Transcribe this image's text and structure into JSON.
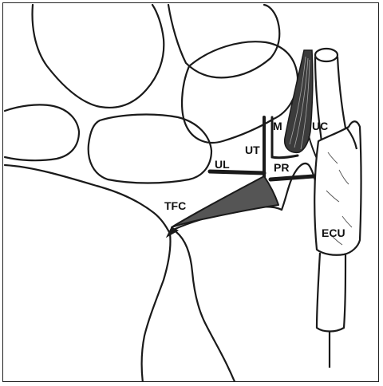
{
  "labels": {
    "m": "M",
    "uc": "UC",
    "ut": "UT",
    "ul": "UL",
    "pr": "PR",
    "tfc": "TFC",
    "ecu": "ECU"
  },
  "colors": {
    "line": "#1a1a1a",
    "ligament_fill": "#3c3c3c",
    "tfc_fill": "#555555",
    "background": "#ffffff"
  }
}
